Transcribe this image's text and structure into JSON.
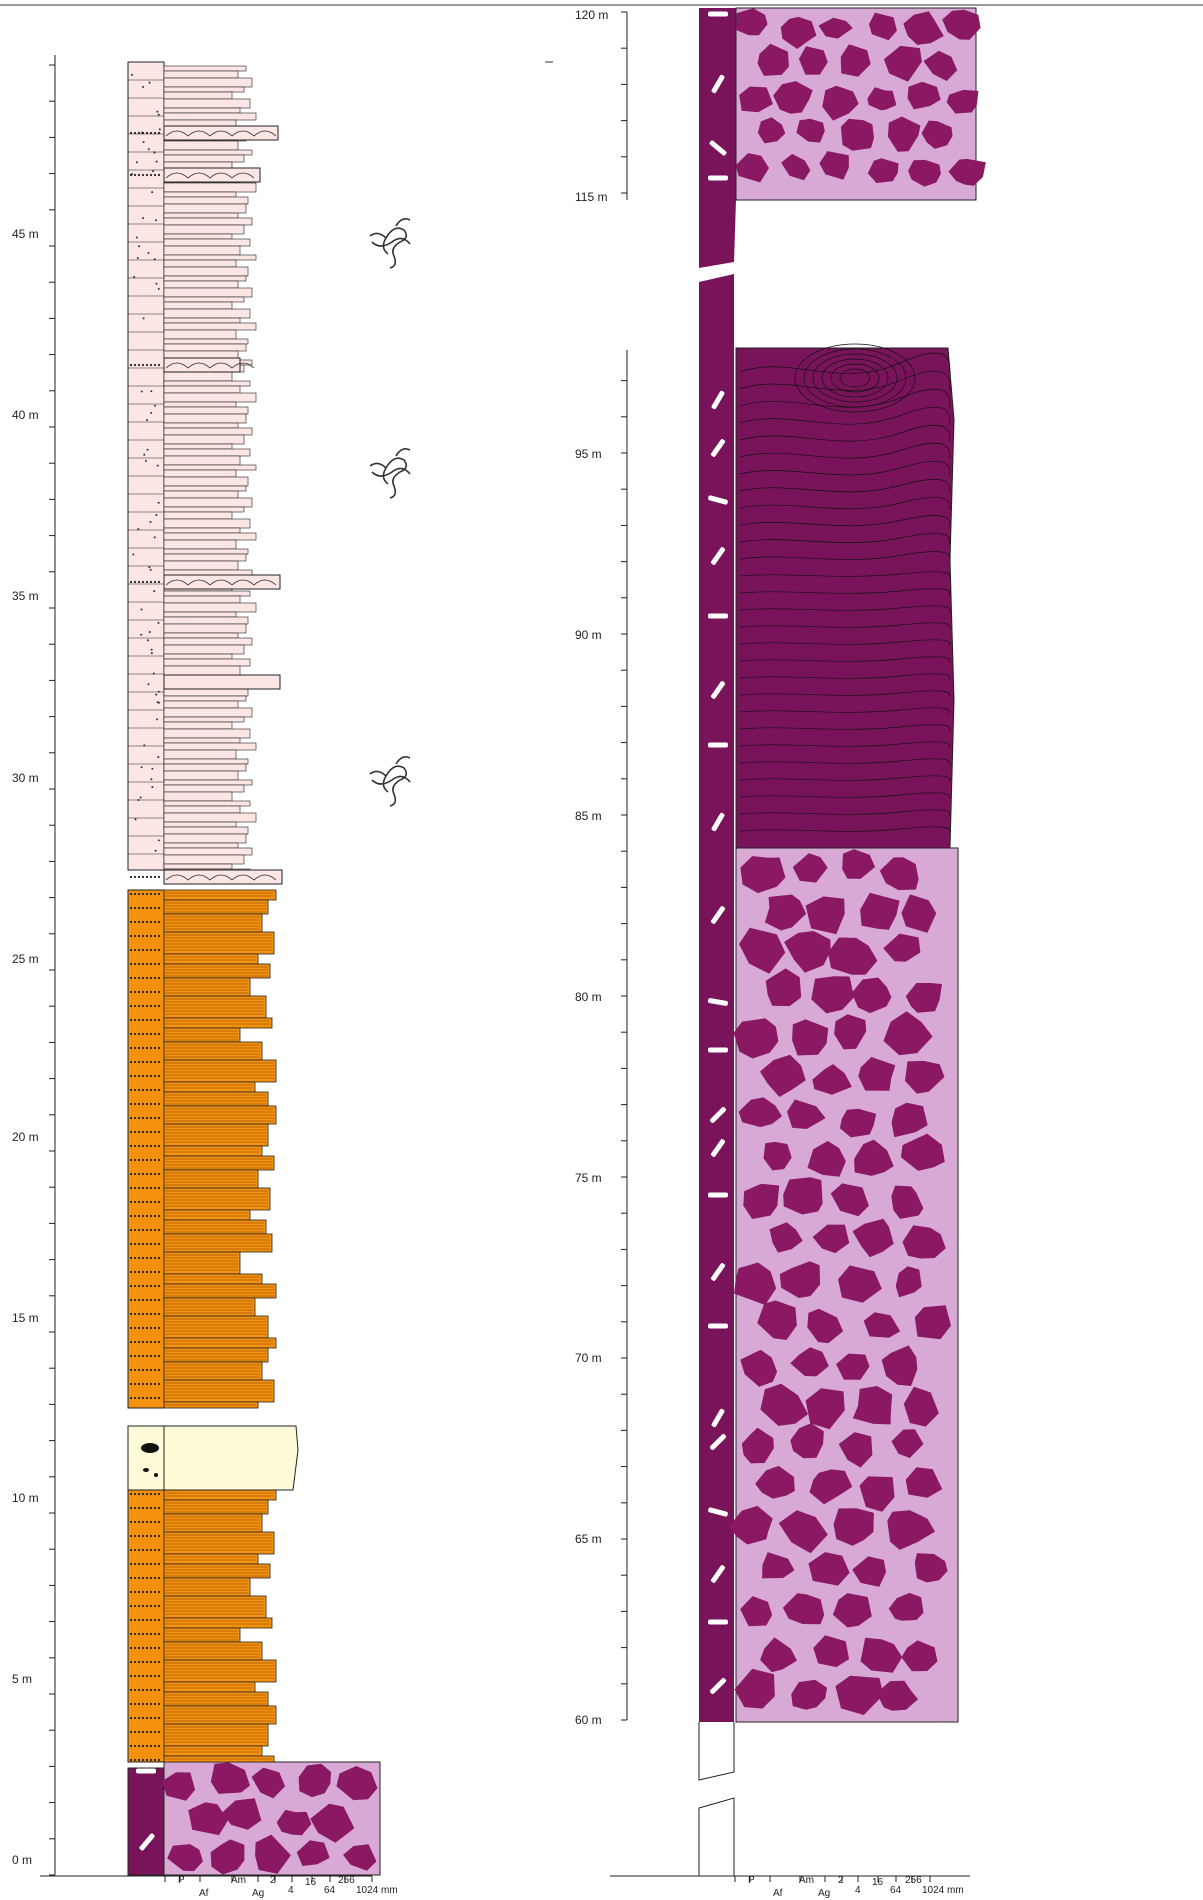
{
  "left_log": {
    "depth_labels": [
      "0 m",
      "5 m",
      "10 m",
      "15 m",
      "20 m",
      "25 m",
      "30 m",
      "35 m",
      "40 m",
      "45 m"
    ],
    "grain_axis": {
      "letters": [
        "P",
        "Af",
        "Am",
        "Ag"
      ],
      "numbers": [
        "2",
        "4",
        "16",
        "64",
        "256",
        "1024 mm"
      ]
    }
  },
  "right_log": {
    "depth_labels": [
      "60 m",
      "65 m",
      "70 m",
      "75 m",
      "80 m",
      "85 m",
      "90 m",
      "95 m",
      "115 m",
      "120 m"
    ],
    "grain_axis": {
      "letters": [
        "P",
        "Af",
        "Am",
        "Ag"
      ],
      "numbers": [
        "2",
        "4",
        "16",
        "64",
        "256",
        "1024 mm"
      ]
    }
  },
  "colors": {
    "breccia_matrix": "#d9a9d5",
    "breccia_clast": "#8a1863",
    "volcanic": "#7a145a",
    "sandstone": "#f4920f",
    "siltstone": "#fbe6e4",
    "pumice_bed": "#fffbd8",
    "line": "#222222"
  },
  "icons": [
    "root-trace-icon",
    "root-trace-icon",
    "root-trace-icon"
  ]
}
